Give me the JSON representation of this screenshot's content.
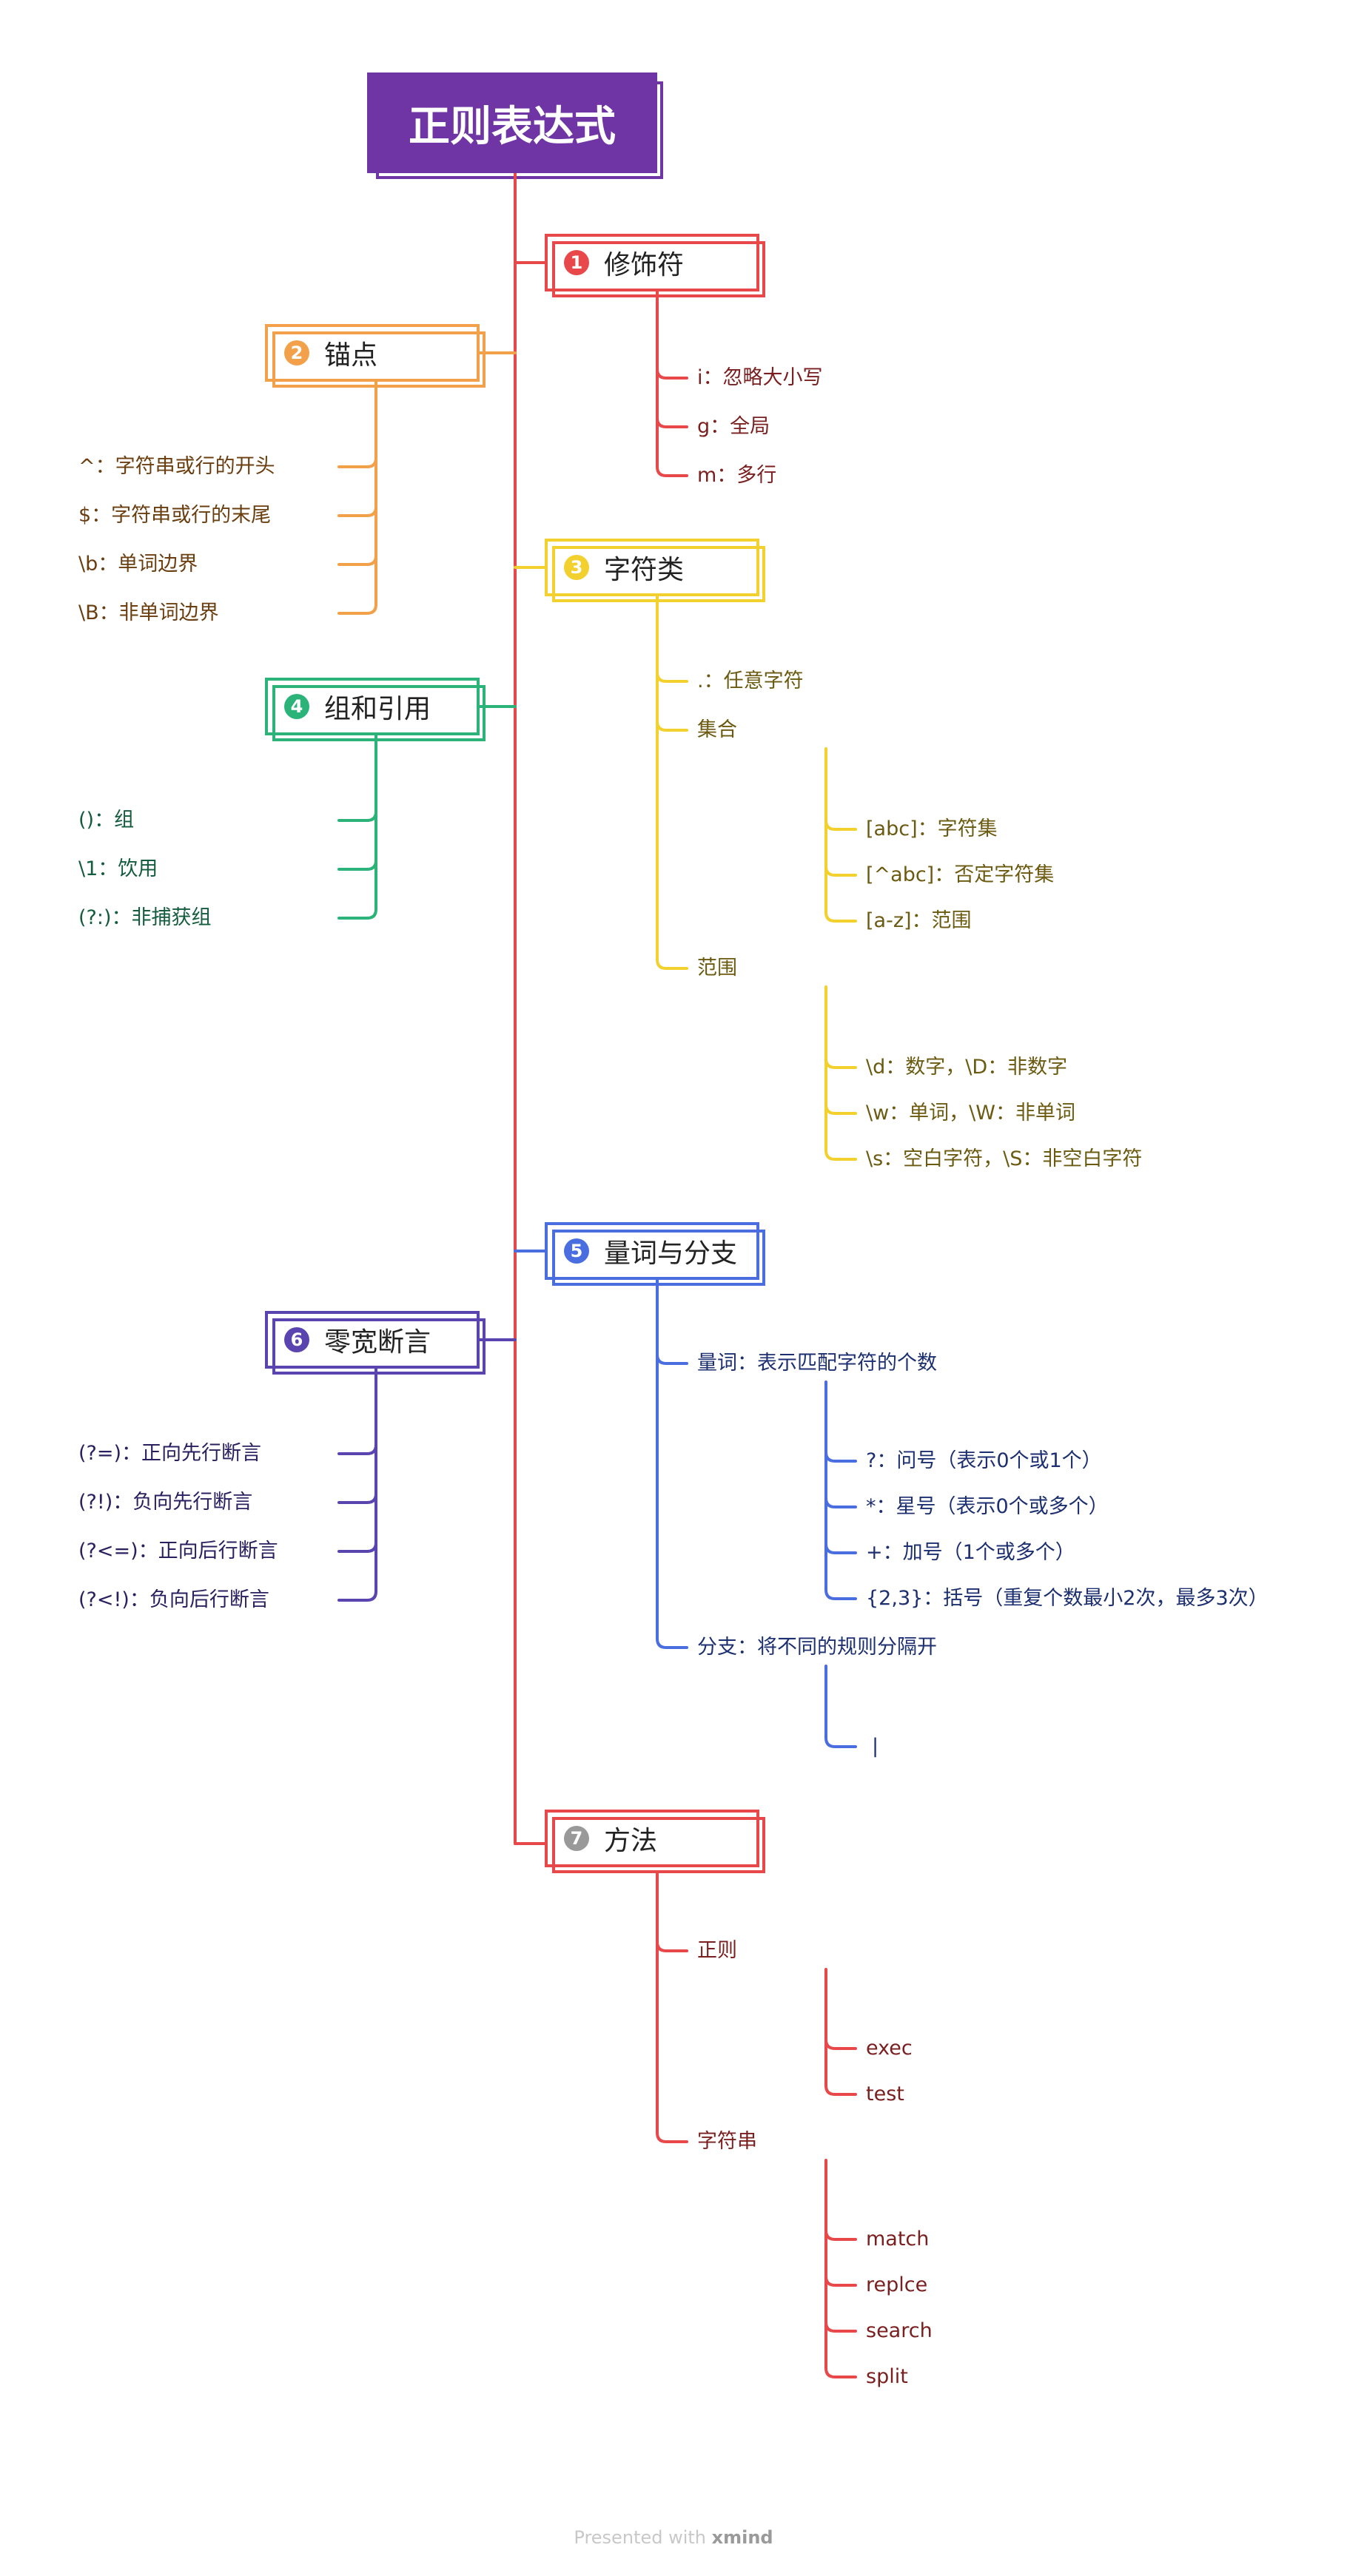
{
  "root": {
    "title": "正则表达式",
    "color": "#6f35a5"
  },
  "branches": {
    "b1": {
      "num": "1",
      "title": "修饰符",
      "color": "#e8484a",
      "text_color": "#7a1f1f",
      "items": [
        "i：忽略大小写",
        "g：全局",
        "m：多行"
      ]
    },
    "b2": {
      "num": "2",
      "title": "锚点",
      "color": "#f2a14a",
      "text_color": "#6b3e10",
      "items": [
        "^：字符串或行的开头",
        "$：字符串或行的末尾",
        "\\b：单词边界",
        "\\B：非单词边界"
      ]
    },
    "b3": {
      "num": "3",
      "title": "字符类",
      "color": "#f2d02e",
      "text_color": "#6b5a10",
      "items": [
        ".：任意字符",
        "集合",
        "范围"
      ],
      "set_items": [
        "[abc]：字符集",
        "[^abc]：否定字符集",
        "[a-z]：范围"
      ],
      "range_items": [
        "\\d：数字，\\D：非数字",
        "\\w：单词，\\W：非单词",
        "\\s：空白字符，\\S：非空白字符"
      ]
    },
    "b4": {
      "num": "4",
      "title": "组和引用",
      "color": "#2bb37a",
      "text_color": "#145c3e",
      "items": [
        "()：组",
        "\\1：饮用",
        "(?:)：非捕获组"
      ]
    },
    "b5": {
      "num": "5",
      "title": "量词与分支",
      "color": "#4a6ee0",
      "text_color": "#1c2f70",
      "items": [
        "量词：表示匹配字符的个数",
        "分支：将不同的规则分隔开"
      ],
      "quant_items": [
        "?：问号（表示0个或1个）",
        "*：星号（表示0个或多个）",
        "+：加号（1个或多个）",
        "{2,3}：括号（重复个数最小2次，最多3次）"
      ],
      "branch_items": [
        "|"
      ]
    },
    "b6": {
      "num": "6",
      "title": "零宽断言",
      "color": "#5a44b0",
      "text_color": "#2a2060",
      "items": [
        "(?=)：正向先行断言",
        "(?!)：负向先行断言",
        "(?<=)：正向后行断言",
        "(?<!)：负向后行断言"
      ]
    },
    "b7": {
      "num": "7",
      "title": "方法",
      "color": "#e8484a",
      "text_color": "#7a1f1f",
      "num_color": "#999999",
      "items": [
        "正则",
        "字符串"
      ],
      "regex_items": [
        "exec",
        "test"
      ],
      "string_items": [
        "match",
        "replce",
        "search",
        "split"
      ]
    }
  },
  "footer": {
    "prefix": "Presented with ",
    "brand": "xmind"
  }
}
